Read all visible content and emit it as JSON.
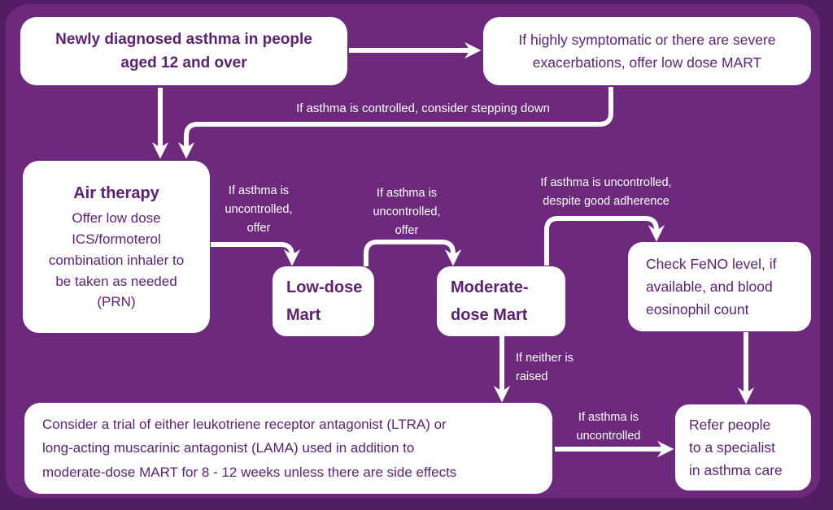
{
  "palette": {
    "frame_bg": "#531d63",
    "panel_bg": "#6d2a7c",
    "box_bg": "#ffffff",
    "box_text": "#5a2372",
    "arrow_and_label": "#ffffff"
  },
  "nodes": {
    "newly_diagnosed": {
      "lines": [
        "Newly diagnosed  asthma in people",
        "aged 12 and over"
      ]
    },
    "highly_symptomatic": {
      "lines": [
        "If highly symptomatic or there are severe",
        "exacerbations, offer low dose MART"
      ]
    },
    "air_therapy": {
      "title": "Air therapy",
      "lines": [
        "Offer low dose",
        "ICS/formoterol",
        "combination inhaler to",
        "be taken as needed",
        "(PRN)"
      ]
    },
    "low_dose_mart": {
      "lines": [
        "Low-dose",
        "Mart"
      ]
    },
    "moderate_dose_mart": {
      "lines": [
        "Moderate-",
        "dose Mart"
      ]
    },
    "check_feno": {
      "lines": [
        "Check FeNO level, if",
        "available, and blood",
        "eosinophil count"
      ]
    },
    "consider_trial": {
      "lines": [
        "Consider a trial of either leukotriene receptor antagonist (LTRA) or",
        "long-acting muscarinic antagonist (LAMA) used in addition to",
        "moderate-dose MART for 8 - 12 weeks unless there are side effects"
      ]
    },
    "refer_specialist": {
      "lines": [
        "Refer people",
        "to a specialist",
        "in asthma care"
      ]
    }
  },
  "edge_labels": {
    "stepping_down": "If asthma is controlled, consider stepping down",
    "uncontrolled_offer_1": {
      "lines": [
        "If asthma is",
        "uncontrolled,",
        "offer"
      ]
    },
    "uncontrolled_offer_2": {
      "lines": [
        "If asthma is",
        "uncontrolled,",
        "offer"
      ]
    },
    "uncontrolled_adherence": {
      "lines": [
        "If asthma is uncontrolled,",
        "despite good adherence"
      ]
    },
    "neither_raised": {
      "lines": [
        "If neither",
        "is raised"
      ]
    },
    "uncontrolled_refer": {
      "lines": [
        "If asthma is",
        "uncontrolled"
      ]
    }
  }
}
